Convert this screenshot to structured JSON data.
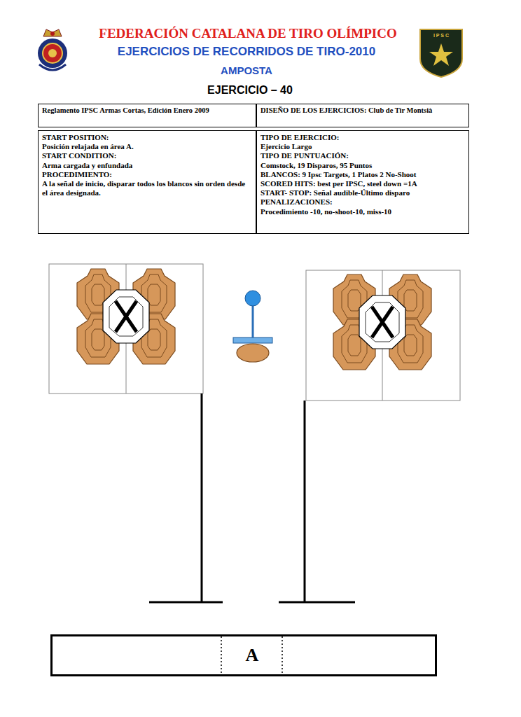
{
  "diagram": {
    "title": "FEDERACIÓN CATALANA DE TIRO OLÍMPICO",
    "nodes": [
      {
        "text": [
          "Reglamento IPSC Armas Cortas, Edición Enero 2009"
        ]
      },
      {
        "text": [
          "DISEÑO DE LOS EJERCICIOS: Club de Tir Montsià"
        ]
      },
      {
        "text": [
          "START POSITION:",
          "Posición relajada en área A.",
          "START CONDITION:",
          "Arma cargada y enfundada",
          "PROCEDIMIENTO:",
          "A la señal de inicio, disparar todos los blancos sin orden desde el área designada."
        ]
      },
      {
        "text": [
          "TIPO DE EJERCICIO:",
          "Ejercicio Largo",
          "TIPO DE PUNTUACIÓN:",
          "Comstock, 19 Disparos, 95 Puntos",
          "BLANCOS: 9 Ipsc Targets, 1 Platos 2 No-Shoot",
          "SCORED HITS: best per IPSC, steel down =1A",
          "START- STOP: Señal audible-Último disparo",
          "PENALIZACIONES:",
          "Procedimiento -10, no-shoot-10, miss-10"
        ]
      },
      {
        "text": [
          "A"
        ]
      }
    ],
    "labels": [
      "EJERCICIOS DE RECORRIDOS DE TIRO-2010",
      "AMPOSTA",
      "EJERCICIO – 40",
      "I P S C"
    ]
  }
}
